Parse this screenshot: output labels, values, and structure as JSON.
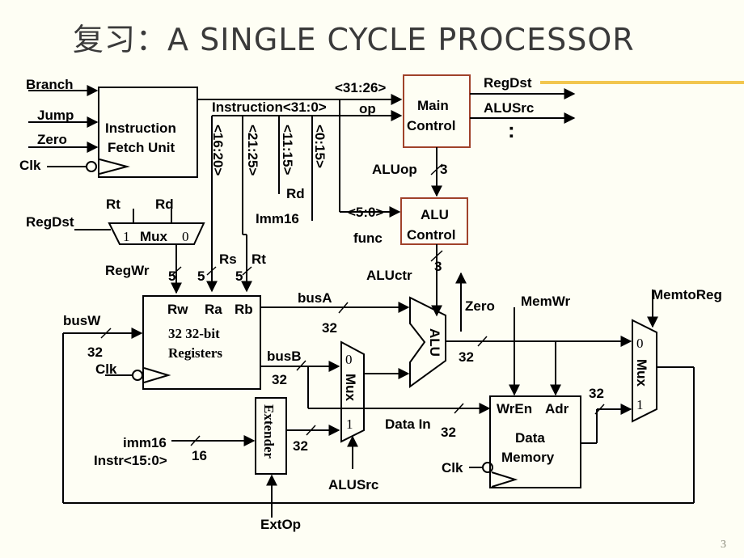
{
  "slide": {
    "title": "复习：A SINGLE CYCLE PROCESSOR",
    "page_number": "3",
    "accent_color": "#f2c64e",
    "box_color_control": "#a0422a"
  },
  "ifu": {
    "line1": "Instruction",
    "line2": "Fetch Unit",
    "inputs": [
      "Branch",
      "Jump",
      "Zero",
      "Clk"
    ]
  },
  "instr": {
    "label": "Instruction<31:0>",
    "op_range": "<31:26>",
    "op": "op",
    "func_range": "<5:0>",
    "func": "func",
    "fields": [
      "<16:20>",
      "<21:25>",
      "<11:15>",
      "<0:15>"
    ],
    "rd": "Rd",
    "imm16": "Imm16"
  },
  "main_control": {
    "line1": "Main",
    "line2": "Control",
    "outputs": [
      "RegDst",
      "ALUSrc"
    ],
    "more": ":"
  },
  "alu_control": {
    "line1": "ALU",
    "line2": "Control",
    "aluop": "ALUop",
    "aluop_width": "3",
    "aluctr": "ALUctr",
    "aluctr_width": "3"
  },
  "regdst_mux": {
    "label": "Mux",
    "in1": "1",
    "in0": "0",
    "rt": "Rt",
    "rd": "Rd",
    "ctrl": "RegDst"
  },
  "regfile": {
    "regwr": "RegWr",
    "w1": "5",
    "w2": "5",
    "w3": "5",
    "rs": "Rs",
    "rt": "Rt",
    "rw": "Rw",
    "ra": "Ra",
    "rb": "Rb",
    "line1": "32 32-bit",
    "line2": "Registers",
    "clk": "Clk",
    "busw": "busW",
    "busw_width": "32"
  },
  "buses": {
    "busA": "busA",
    "busA_width": "32",
    "busB": "busB",
    "busB_width": "32"
  },
  "alu": {
    "label": "ALU",
    "zero": "Zero",
    "out_width": "32"
  },
  "alusrc_mux": {
    "label": "Mux",
    "in0": "0",
    "in1": "1",
    "ctrl": "ALUSrc"
  },
  "extender": {
    "label": "Extender",
    "in_label1": "imm16",
    "in_label2": "Instr<15:0>",
    "in_width": "16",
    "out_width": "32",
    "ctrl": "ExtOp"
  },
  "memory": {
    "wren": "WrEn",
    "adr": "Adr",
    "line1": "Data",
    "line2": "Memory",
    "clk": "Clk",
    "data_in": "Data In",
    "data_in_width": "32",
    "memwr": "MemWr",
    "out_width": "32"
  },
  "memtoreg_mux": {
    "label": "Mux",
    "in0": "0",
    "in1": "1",
    "ctrl": "MemtoReg"
  }
}
